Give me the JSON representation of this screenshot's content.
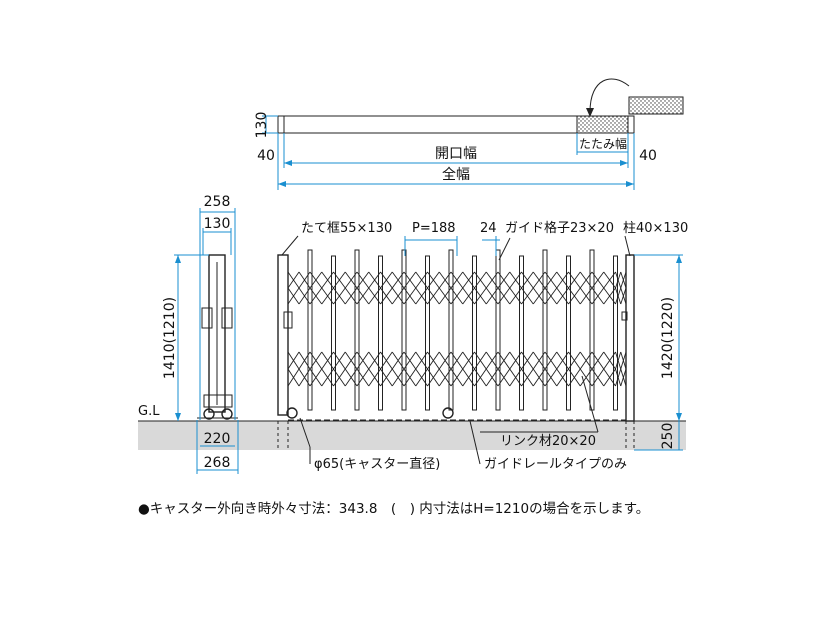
{
  "top_view": {
    "height": "130",
    "left_margin": "40",
    "right_margin": "40",
    "opening_width": "開口幅",
    "fold_width": "たたみ幅",
    "total_width": "全幅"
  },
  "side_view": {
    "depth": "258",
    "post_depth": "130",
    "height": "1410(1210)",
    "ground_label": "G.L",
    "base_220": "220",
    "base_268": "268"
  },
  "front_view": {
    "vertical_frame": "たて框55×130",
    "pitch": "P=188",
    "pitch_offset": "24",
    "guide_lattice": "ガイド格子23×20",
    "post": "柱40×130",
    "height": "1420(1220)",
    "embed_depth": "250",
    "link_member": "リンク材20×20",
    "caster": "φ65(キャスター直径)",
    "guide_rail": "ガイドレールタイプのみ"
  },
  "footnote": "●キャスター外向き時外々寸法：343.8　(　) 内寸法はH=1210の場合を示します。",
  "colors": {
    "dimension": "#1a8fd0",
    "ground": "#d9d9d9",
    "line": "#222222"
  }
}
